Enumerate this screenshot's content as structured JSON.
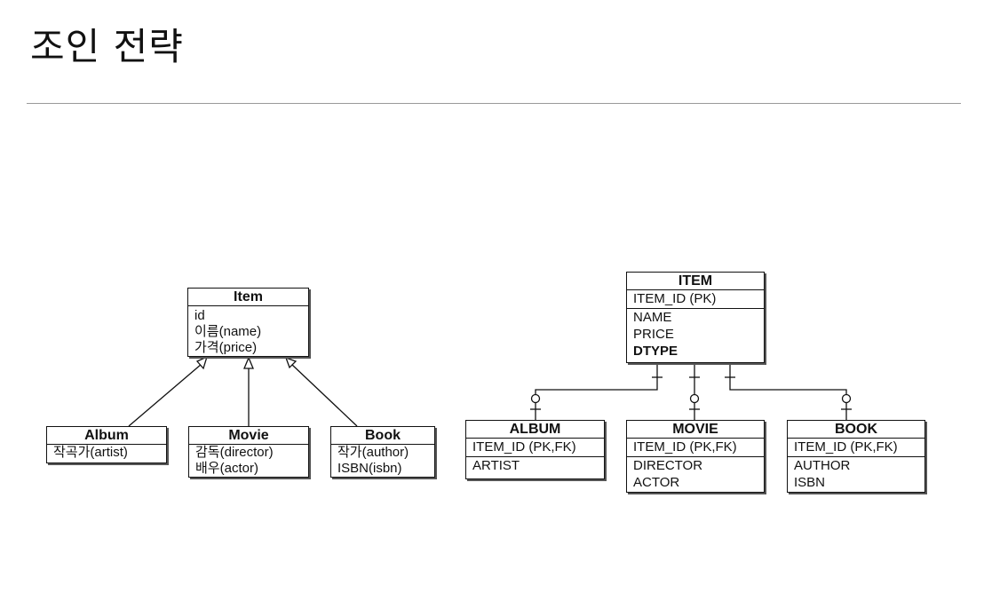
{
  "title": "조인 전략",
  "uml": {
    "item": {
      "name": "Item",
      "fields": [
        "id",
        "이름(name)",
        "가격(price)"
      ]
    },
    "album": {
      "name": "Album",
      "fields": [
        "작곡가(artist)"
      ]
    },
    "movie": {
      "name": "Movie",
      "fields": [
        "감독(director)",
        "배우(actor)"
      ]
    },
    "book": {
      "name": "Book",
      "fields": [
        "작가(author)",
        "ISBN(isbn)"
      ]
    }
  },
  "erd": {
    "item": {
      "name": "ITEM",
      "pk": "ITEM_ID (PK)",
      "columns": [
        "NAME",
        "PRICE",
        "DTYPE"
      ]
    },
    "album": {
      "name": "ALBUM",
      "pk": "ITEM_ID (PK,FK)",
      "columns": [
        "ARTIST"
      ]
    },
    "movie": {
      "name": "MOVIE",
      "pk": "ITEM_ID (PK,FK)",
      "columns": [
        "DIRECTOR",
        "ACTOR"
      ]
    },
    "book": {
      "name": "BOOK",
      "pk": "ITEM_ID (PK,FK)",
      "columns": [
        "AUTHOR",
        "ISBN"
      ]
    }
  }
}
